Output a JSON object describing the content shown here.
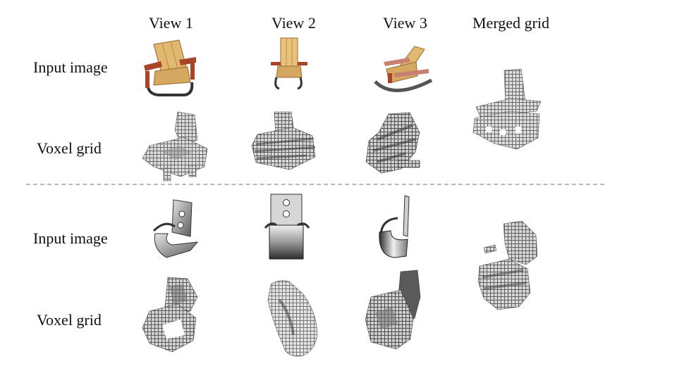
{
  "headers": [
    "View 1",
    "View 2",
    "View 3",
    "Merged grid"
  ],
  "rows": [
    {
      "input_label": "Input image",
      "voxel_label": "Voxel grid"
    },
    {
      "input_label": "Input image",
      "voxel_label": "Voxel grid"
    }
  ],
  "colors": {
    "wood": "#e0b870",
    "wood_dark": "#9a6a32",
    "arm_red": "#a8442a",
    "voxel_light": "#dcdcdc",
    "voxel_mid": "#9a9a9a",
    "voxel_dark": "#4a4a4a",
    "metal_light": "#e4e4e4",
    "metal_dark": "#3c3c3c",
    "divider": "#b8b8b8"
  }
}
